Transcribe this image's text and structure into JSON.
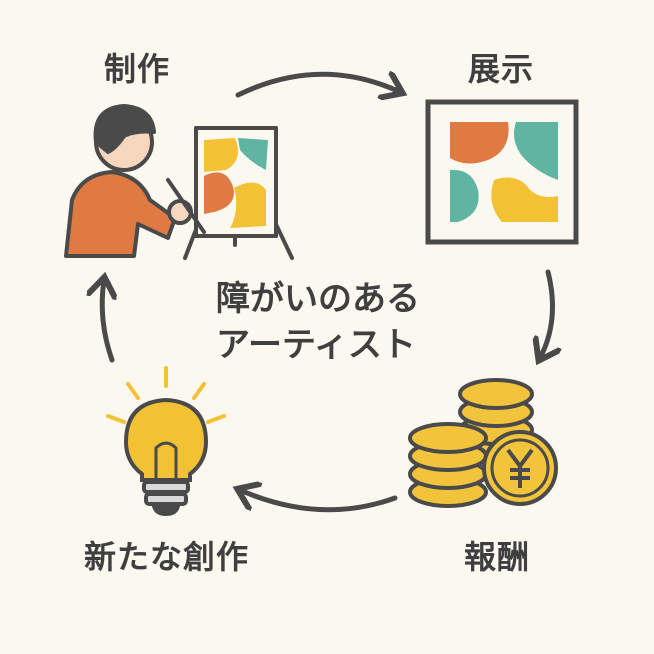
{
  "steps": {
    "create": "制作",
    "exhibit": "展示",
    "reward": "報酬",
    "new_create": "新たな創作"
  },
  "center": {
    "line1": "障がいのある",
    "line2": "アーティスト"
  },
  "colors": {
    "background": "#fbf8f0",
    "outline": "#4a4a4a",
    "orange": "#e07a43",
    "yellow": "#f3c234",
    "teal": "#5fb4a2",
    "skin": "#f6d6bd",
    "coin": "#f2c43c"
  },
  "icons": [
    "artist-painting-icon",
    "framed-painting-icon",
    "yen-coins-icon",
    "light-bulb-icon"
  ]
}
